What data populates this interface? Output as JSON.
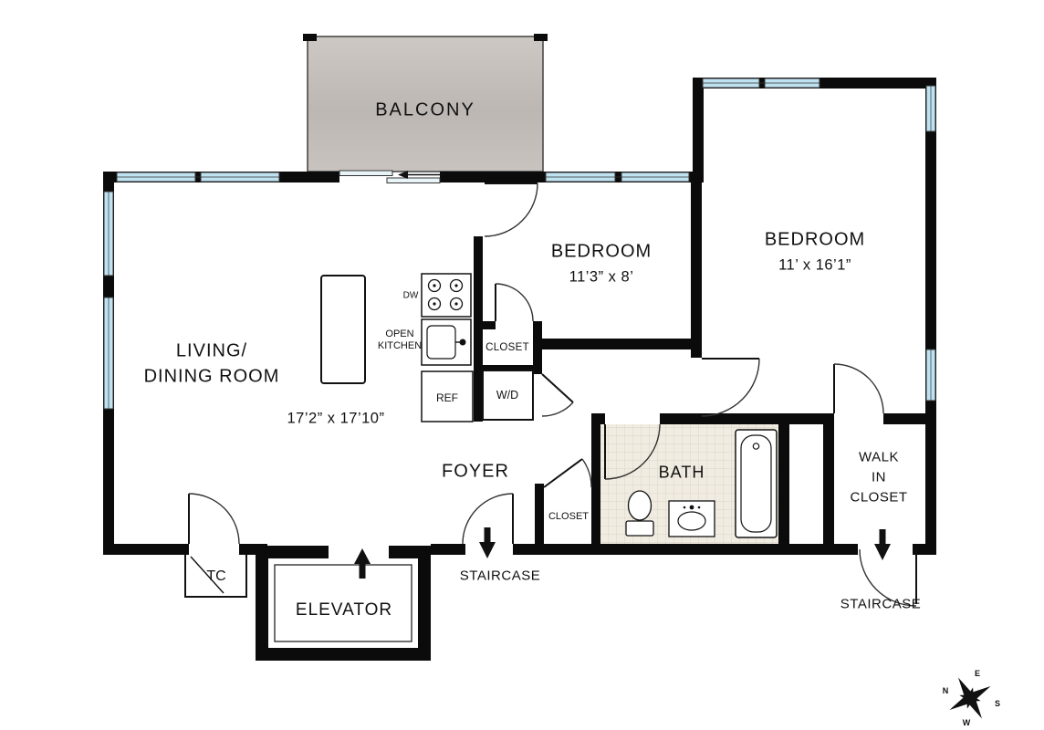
{
  "rooms": {
    "balcony": "BALCONY",
    "living_line1": "LIVING/",
    "living_line2": "DINING ROOM",
    "living_dims": "17’2” x 17’10”",
    "bedroom1": "BEDROOM",
    "bedroom1_dims": "11’3” x 8’",
    "bedroom2": "BEDROOM",
    "bedroom2_dims": "11’ x 16’1”",
    "foyer": "FOYER",
    "bath": "BATH",
    "walkin_line1": "WALK",
    "walkin_line2": "IN",
    "walkin_line3": "CLOSET",
    "closet_bedroom": "CLOSET",
    "closet_foyer": "CLOSET",
    "tc": "TC",
    "elevator": "ELEVATOR",
    "staircase_center": "STAIRCASE",
    "staircase_right": "STAIRCASE"
  },
  "kitchen": {
    "open_line1": "OPEN",
    "open_line2": "KITCHEN",
    "dw": "DW",
    "ref": "REF",
    "wd": "W/D"
  },
  "compass": {
    "n": "N",
    "e": "E",
    "s": "S",
    "w": "W"
  },
  "colors": {
    "wall": "#0b0b0b",
    "window": "#bfe2f0",
    "balcony_fill": "#c6c0bc",
    "bath_tile": "#f1ece2"
  }
}
